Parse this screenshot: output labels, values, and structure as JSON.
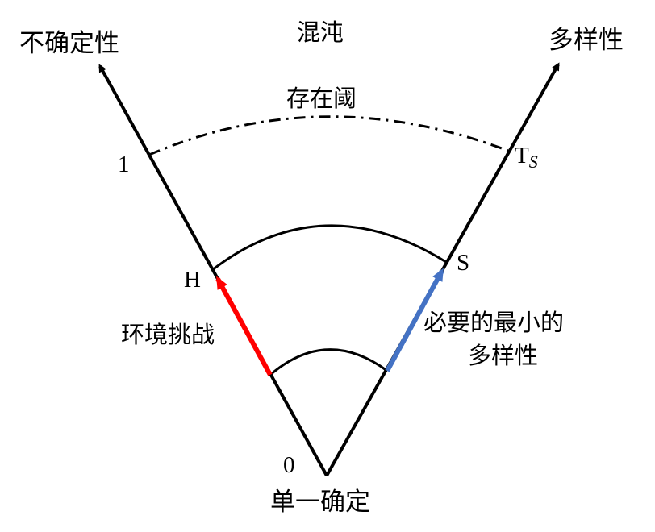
{
  "labels": {
    "top_left_axis": "不确定性",
    "top_right_axis": "多样性",
    "top_center": "混沌",
    "threshold_curve": "存在阈",
    "bottom_origin": "单一确定",
    "left_arrow": "环境挑战",
    "right_arrow_line1": "必要的最小的",
    "right_arrow_line2": "多样性",
    "point_zero": "0",
    "point_one": "1",
    "point_h": "H",
    "point_s": "S",
    "point_ts_main": "T",
    "point_ts_sub": "S"
  },
  "colors": {
    "left_arrow": "#ff0000",
    "right_arrow": "#4472c4",
    "lines": "#000000"
  }
}
